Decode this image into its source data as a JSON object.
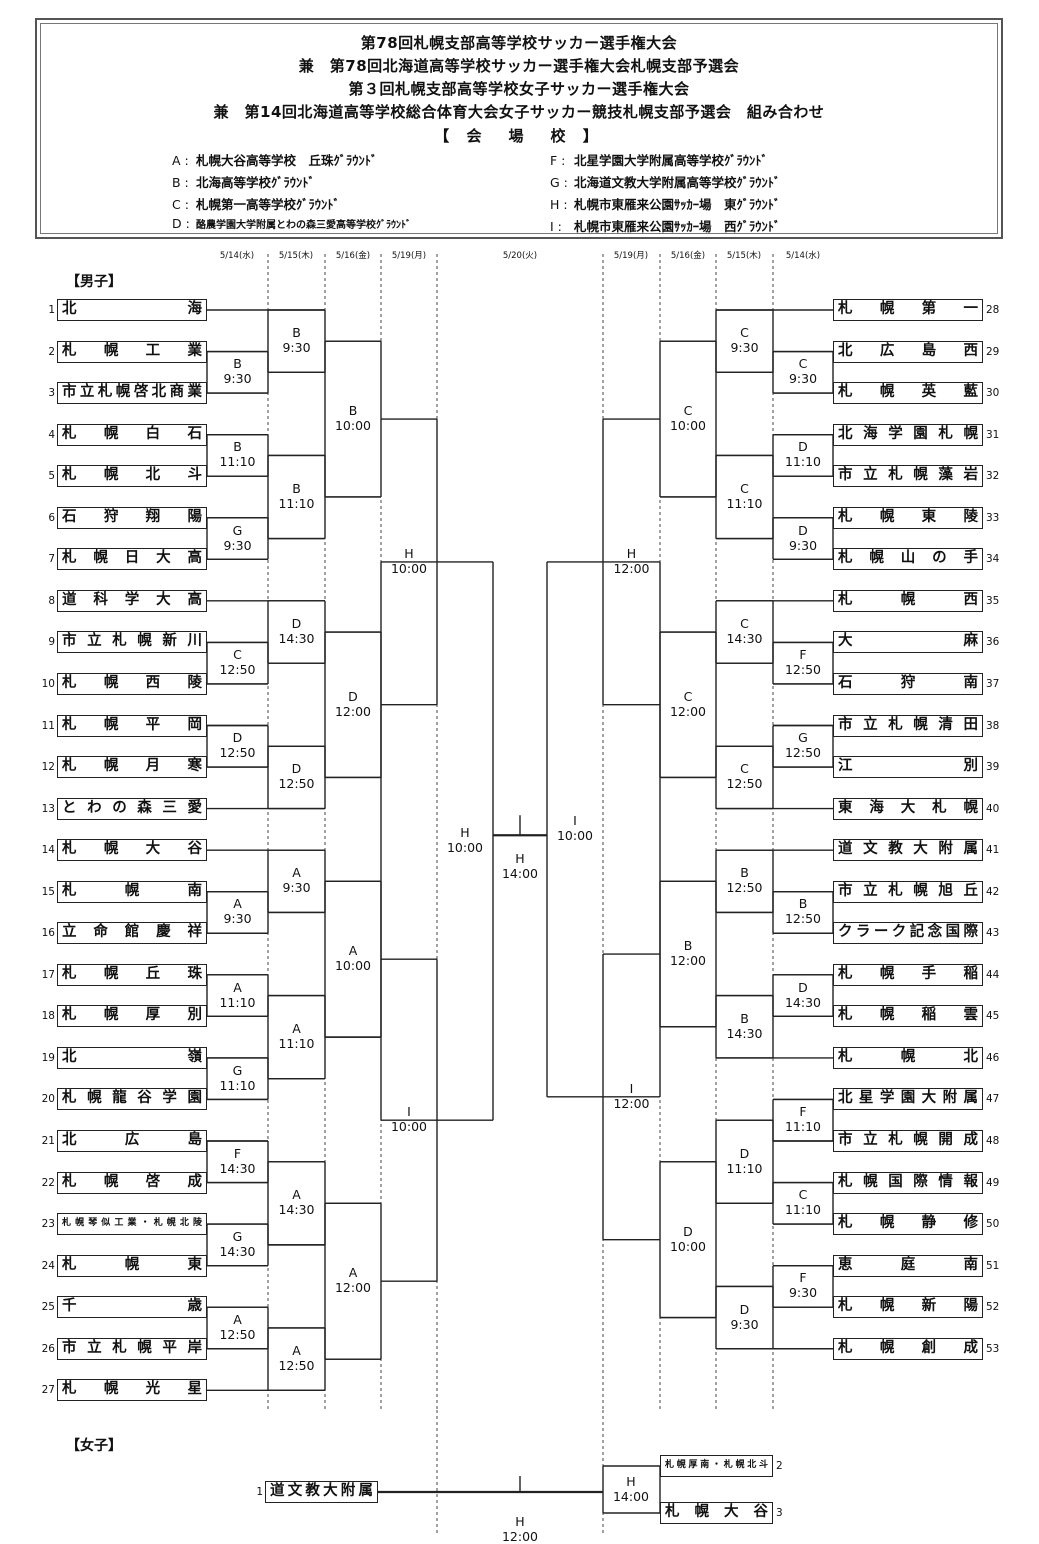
{
  "header": {
    "titles": [
      "第78回札幌支部高等学校サッカー選手権大会",
      "兼　第78回北海道高等学校サッカー選手権大会札幌支部予選会",
      "第３回札幌支部高等学校女子サッカー選手権大会",
      "兼　第14回北海道高等学校総合体育大会女子サッカー競技札幌支部予選会　組み合わせ"
    ],
    "venue_heading": "【 会　場　校 】",
    "venues": [
      {
        "code": "A :",
        "name": "札幌大谷高等学校　丘珠ｸﾞﾗｳﾝﾄﾞ"
      },
      {
        "code": "B :",
        "name": "北海高等学校ｸﾞﾗｳﾝﾄﾞ"
      },
      {
        "code": "C :",
        "name": "札幌第一高等学校ｸﾞﾗｳﾝﾄﾞ"
      },
      {
        "code": "D :",
        "name": "酪農学園大学附属とわの森三愛高等学校ｸﾞﾗｳﾝﾄﾞ"
      },
      {
        "code": "F :",
        "name": "北星学園大学附属高等学校ｸﾞﾗｳﾝﾄﾞ"
      },
      {
        "code": "G :",
        "name": "北海道文教大学附属高等学校ｸﾞﾗｳﾝﾄﾞ"
      },
      {
        "code": "H :",
        "name": "札幌市東雁来公園ｻｯｶｰ場　東ｸﾞﾗｳﾝﾄﾞ"
      },
      {
        "code": "I :",
        "name": "札幌市東雁来公園ｻｯｶｰ場　西ｸﾞﾗｳﾝﾄﾞ"
      }
    ]
  },
  "dates": {
    "left": [
      "5/14(水)",
      "5/15(木)",
      "5/16(金)",
      "5/19(月)"
    ],
    "center": "5/20(火)",
    "right": [
      "5/19(月)",
      "5/16(金)",
      "5/15(木)",
      "5/14(水)"
    ]
  },
  "sections": {
    "boys": "【男子】",
    "girls": "【女子】"
  },
  "boys_left": [
    {
      "no": "1",
      "name": "北　海"
    },
    {
      "no": "2",
      "name": "札幌工業"
    },
    {
      "no": "3",
      "name": "市立札幌啓北商業"
    },
    {
      "no": "4",
      "name": "札幌白石"
    },
    {
      "no": "5",
      "name": "札幌北斗"
    },
    {
      "no": "6",
      "name": "石狩翔陽"
    },
    {
      "no": "7",
      "name": "札幌日大高"
    },
    {
      "no": "8",
      "name": "道科学大高"
    },
    {
      "no": "9",
      "name": "市立札幌新川"
    },
    {
      "no": "10",
      "name": "札幌西陵"
    },
    {
      "no": "11",
      "name": "札幌平岡"
    },
    {
      "no": "12",
      "name": "札幌月寒"
    },
    {
      "no": "13",
      "name": "とわの森三愛"
    },
    {
      "no": "14",
      "name": "札幌大谷"
    },
    {
      "no": "15",
      "name": "札幌南"
    },
    {
      "no": "16",
      "name": "立命館慶祥"
    },
    {
      "no": "17",
      "name": "札幌丘珠"
    },
    {
      "no": "18",
      "name": "札幌厚別"
    },
    {
      "no": "19",
      "name": "北　嶺"
    },
    {
      "no": "20",
      "name": "札幌龍谷学園"
    },
    {
      "no": "21",
      "name": "北広島"
    },
    {
      "no": "22",
      "name": "札幌啓成"
    },
    {
      "no": "23",
      "name": "札幌琴似工業・札幌北陵"
    },
    {
      "no": "24",
      "name": "札幌東"
    },
    {
      "no": "25",
      "name": "千　歳"
    },
    {
      "no": "26",
      "name": "市立札幌平岸"
    },
    {
      "no": "27",
      "name": "札幌光星"
    }
  ],
  "boys_right": [
    {
      "no": "28",
      "name": "札幌第一"
    },
    {
      "no": "29",
      "name": "北広島西"
    },
    {
      "no": "30",
      "name": "札幌英藍"
    },
    {
      "no": "31",
      "name": "北海学園札幌"
    },
    {
      "no": "32",
      "name": "市立札幌藻岩"
    },
    {
      "no": "33",
      "name": "札幌東陵"
    },
    {
      "no": "34",
      "name": "札幌山の手"
    },
    {
      "no": "35",
      "name": "札幌西"
    },
    {
      "no": "36",
      "name": "大　麻"
    },
    {
      "no": "37",
      "name": "石狩南"
    },
    {
      "no": "38",
      "name": "市立札幌清田"
    },
    {
      "no": "39",
      "name": "江　別"
    },
    {
      "no": "40",
      "name": "東海大札幌"
    },
    {
      "no": "41",
      "name": "道文教大附属"
    },
    {
      "no": "42",
      "name": "市立札幌旭丘"
    },
    {
      "no": "43",
      "name": "クラーク記念国際"
    },
    {
      "no": "44",
      "name": "札幌手稲"
    },
    {
      "no": "45",
      "name": "札幌稲雲"
    },
    {
      "no": "46",
      "name": "札幌北"
    },
    {
      "no": "47",
      "name": "北星学園大附属"
    },
    {
      "no": "48",
      "name": "市立札幌開成"
    },
    {
      "no": "49",
      "name": "札幌国際情報"
    },
    {
      "no": "50",
      "name": "札幌静修"
    },
    {
      "no": "51",
      "name": "恵庭南"
    },
    {
      "no": "52",
      "name": "札幌新陽"
    },
    {
      "no": "53",
      "name": "札幌創成"
    }
  ],
  "girls": [
    {
      "no": "1",
      "name": "道文教大附属"
    },
    {
      "no": "2",
      "name": "札幌厚南・札幌北斗"
    },
    {
      "no": "3",
      "name": "札幌大谷"
    }
  ],
  "matches": {
    "L_r1": [
      {
        "venue": "B",
        "time": "9:30"
      },
      {
        "venue": "B",
        "time": "11:10"
      },
      {
        "venue": "G",
        "time": "9:30"
      },
      {
        "venue": "C",
        "time": "12:50"
      },
      {
        "venue": "D",
        "time": "12:50"
      },
      {
        "venue": "A",
        "time": "9:30"
      },
      {
        "venue": "A",
        "time": "11:10"
      },
      {
        "venue": "G",
        "time": "11:10"
      },
      {
        "venue": "F",
        "time": "14:30"
      },
      {
        "venue": "G",
        "time": "14:30"
      },
      {
        "venue": "A",
        "time": "12:50"
      }
    ],
    "L_r2": [
      {
        "venue": "B",
        "time": "9:30"
      },
      {
        "venue": "B",
        "time": "11:10"
      },
      {
        "venue": "D",
        "time": "14:30"
      },
      {
        "venue": "D",
        "time": "12:50"
      },
      {
        "venue": "A",
        "time": "9:30"
      },
      {
        "venue": "A",
        "time": "11:10"
      },
      {
        "venue": "A",
        "time": "14:30"
      },
      {
        "venue": "A",
        "time": "12:50"
      }
    ],
    "L_r3": [
      {
        "venue": "B",
        "time": "10:00"
      },
      {
        "venue": "D",
        "time": "12:00"
      },
      {
        "venue": "A",
        "time": "10:00"
      },
      {
        "venue": "A",
        "time": "12:00"
      }
    ],
    "L_r4": [
      {
        "venue": "H",
        "time": "10:00"
      },
      {
        "venue": "I",
        "time": "10:00"
      }
    ],
    "L_semi": {
      "venue": "H",
      "time": "10:00"
    },
    "R_r1": [
      {
        "venue": "C",
        "time": "9:30"
      },
      {
        "venue": "D",
        "time": "11:10"
      },
      {
        "venue": "D",
        "time": "9:30"
      },
      {
        "venue": "F",
        "time": "12:50"
      },
      {
        "venue": "G",
        "time": "12:50"
      },
      {
        "venue": "B",
        "time": "12:50"
      },
      {
        "venue": "D",
        "time": "14:30"
      },
      {
        "venue": "F",
        "time": "11:10"
      },
      {
        "venue": "C",
        "time": "11:10"
      },
      {
        "venue": "F",
        "time": "9:30"
      }
    ],
    "R_r2": [
      {
        "venue": "C",
        "time": "9:30"
      },
      {
        "venue": "C",
        "time": "11:10"
      },
      {
        "venue": "C",
        "time": "14:30"
      },
      {
        "venue": "C",
        "time": "12:50"
      },
      {
        "venue": "B",
        "time": "12:50"
      },
      {
        "venue": "B",
        "time": "14:30"
      },
      {
        "venue": "D",
        "time": "11:10"
      },
      {
        "venue": "D",
        "time": "9:30"
      }
    ],
    "R_r3": [
      {
        "venue": "C",
        "time": "10:00"
      },
      {
        "venue": "C",
        "time": "12:00"
      },
      {
        "venue": "B",
        "time": "12:00"
      },
      {
        "venue": "D",
        "time": "10:00"
      }
    ],
    "R_r4": [
      {
        "venue": "H",
        "time": "12:00"
      },
      {
        "venue": "I",
        "time": "12:00"
      }
    ],
    "R_semi": {
      "venue": "I",
      "time": "10:00"
    },
    "final": {
      "venue": "H",
      "time": "14:00"
    },
    "girls_semi": {
      "venue": "H",
      "time": "14:00"
    },
    "girls_final": {
      "venue": "H",
      "time": "12:00"
    }
  }
}
